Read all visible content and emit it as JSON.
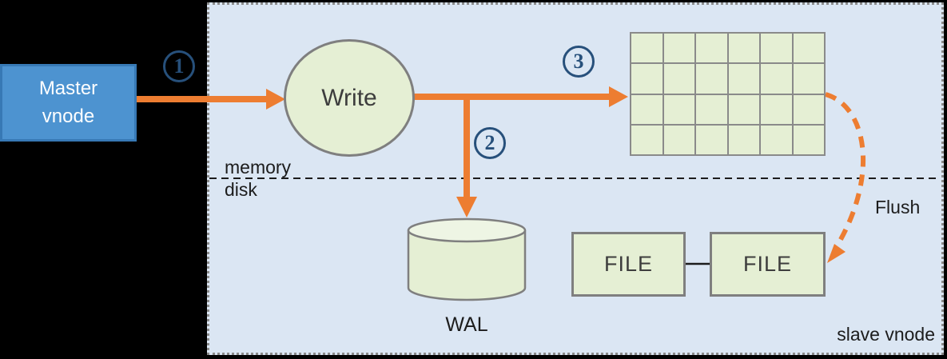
{
  "diagram": {
    "master_node": {
      "label": "Master\nvnode"
    },
    "write_node": {
      "label": "Write"
    },
    "steps": [
      {
        "label": "1"
      },
      {
        "label": "2"
      },
      {
        "label": "3"
      }
    ],
    "memory_label": "memory",
    "disk_label": "disk",
    "wal_label": "WAL",
    "flush_label": "Flush",
    "slave_label": "slave vnode",
    "file_boxes": [
      {
        "label": "FILE"
      },
      {
        "label": "FILE"
      }
    ],
    "mem_table_grid": {
      "rows": 4,
      "cols": 6
    },
    "colors": {
      "background": "#000000",
      "panel_fill": "#dbe6f3",
      "panel_border": "#8a8a8a",
      "master_fill": "#4d93d0",
      "master_border": "#3779b5",
      "node_fill": "#e5efd4",
      "node_fill_light": "#eef5e4",
      "node_border": "#7f7f7f",
      "arrow_orange": "#ED7D31",
      "step_blue": "#27507B",
      "text_dark": "#1c1c1c"
    }
  }
}
